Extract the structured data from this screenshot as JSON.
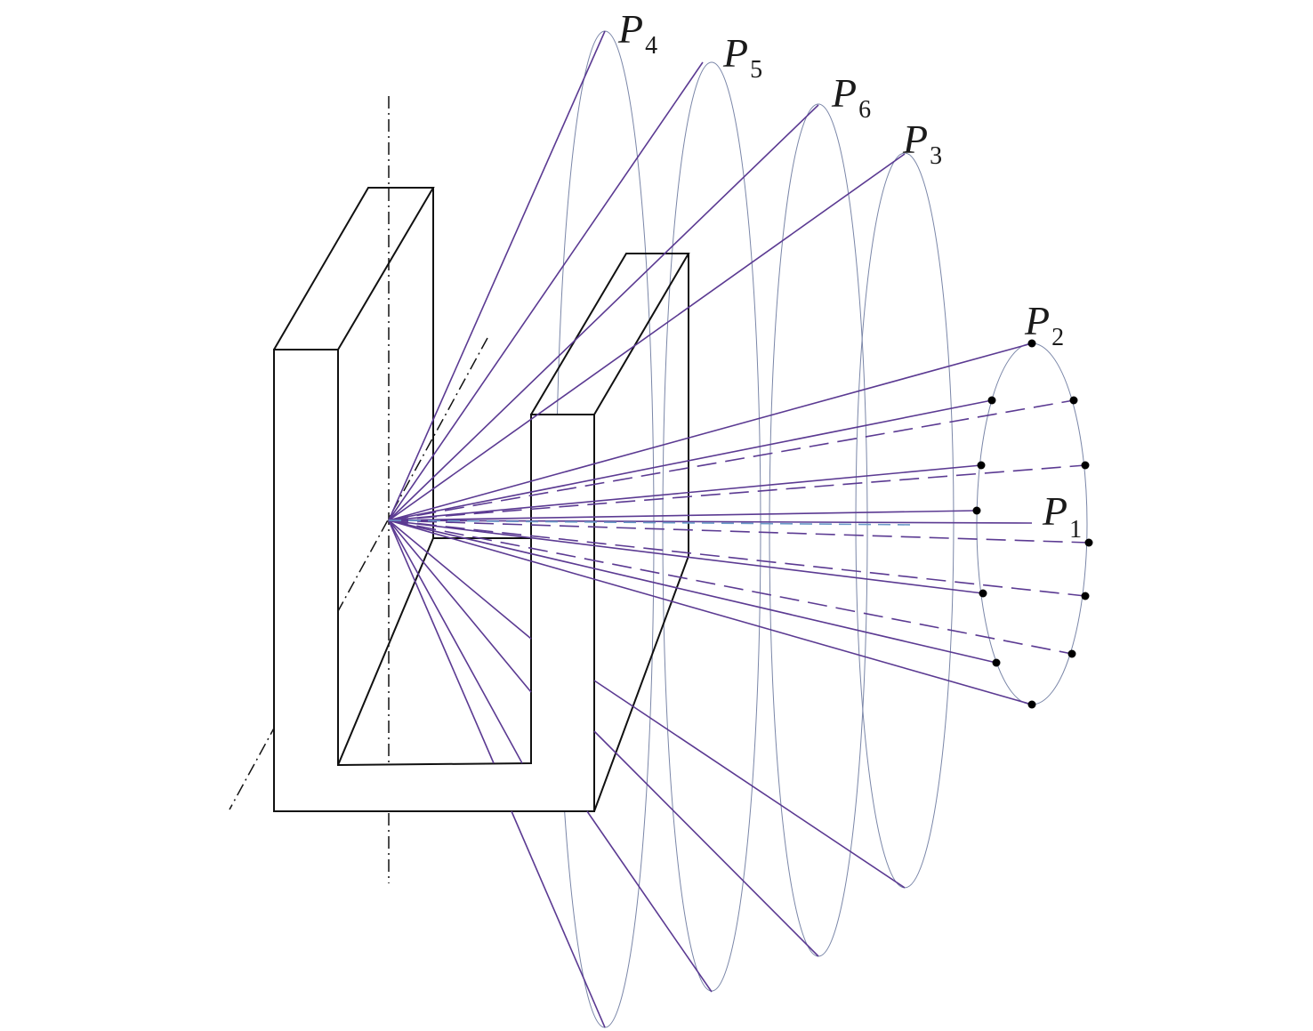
{
  "colors": {
    "ray": "#5b3a92",
    "core": "#111111",
    "ellipse": "#7a86a8",
    "axis": "#111111",
    "center_ray": "#6a9ac8"
  },
  "labels": [
    {
      "id": "P4",
      "letter": "P",
      "sub": "4"
    },
    {
      "id": "P5",
      "letter": "P",
      "sub": "5"
    },
    {
      "id": "P6",
      "letter": "P",
      "sub": "6"
    },
    {
      "id": "P3",
      "letter": "P",
      "sub": "3"
    },
    {
      "id": "P2",
      "letter": "P",
      "sub": "2"
    },
    {
      "id": "P1",
      "letter": "P",
      "sub": "1"
    }
  ]
}
